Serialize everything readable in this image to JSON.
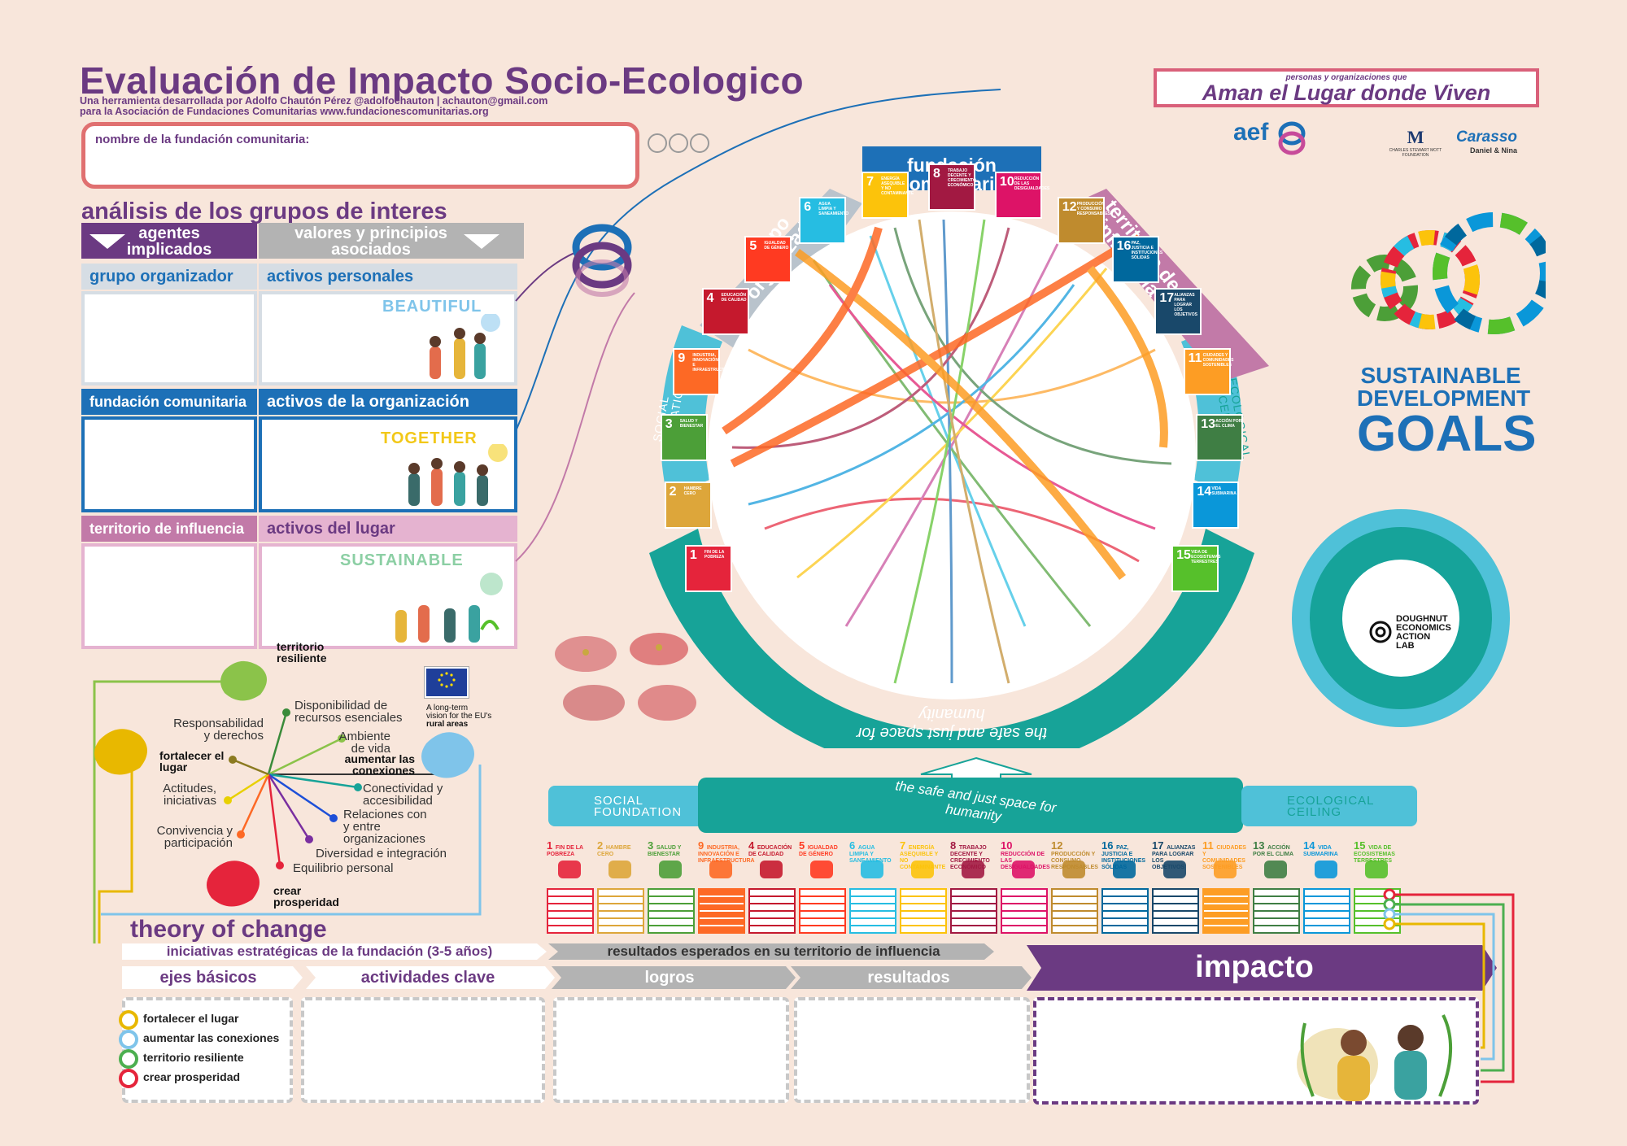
{
  "header": {
    "title": "Evaluación de Impacto Socio-Ecologico",
    "subtitle_line1": "Una herramienta desarrollada por Adolfo Chautón Pérez @adolfochauton | achauton@gmail.com",
    "subtitle_line2": "para la Asociación de Fundaciones Comunitarias www.fundacionescomunitarias.org",
    "name_field_label": "nombre de la fundación comunitaria:"
  },
  "brand": {
    "tagline_small": "personas y organizaciones que",
    "tagline": "Aman el Lugar donde Viven",
    "aef": "aef",
    "mott": "CHARLES STEWART MOTT FOUNDATION",
    "carasso": "Carasso",
    "carasso_sub": "Daniel & Nina",
    "sdg_line1": "SUSTAINABLE",
    "sdg_line2": "DEVELOPMENT",
    "sdg_line3": "GOALS",
    "del_1": "DOUGHNUT",
    "del_2": "ECONOMICS",
    "del_3": "ACTION",
    "del_4": "LAB"
  },
  "analysis": {
    "title": "análisis de los grupos de interes",
    "col1": "agentes implicados",
    "col2": "valores y principios asociados",
    "rows": [
      {
        "agent": "grupo organizador",
        "asset": "activos personales",
        "word": "BEAUTIFUL"
      },
      {
        "agent": "fundación comunitaria",
        "asset": "activos de la organización",
        "word": "TOGETHER"
      },
      {
        "agent": "territorio de influencia",
        "asset": "activos del lugar",
        "word": "SUSTAINABLE"
      }
    ]
  },
  "chord": {
    "top": "fundación comunitaria",
    "left": "grupo organizador",
    "right": "territorio de influencia",
    "social": "SOCIAL FOUNDATION",
    "ecological": "ECOLOGICAL CEILING",
    "bottom": "the safe and just space for humanity"
  },
  "eu": {
    "line1": "A long-term",
    "line2": "vision for the EU's",
    "line3": "rural areas"
  },
  "radial": {
    "territorio": "territorio resiliente",
    "fortalecer": "fortalecer el lugar",
    "aumentar": "aumentar las conexiones",
    "crear": "crear prosperidad",
    "items": [
      "Disponibilidad de recursos esenciales",
      "Ambiente de vida",
      "Conectividad y accesibilidad",
      "Relaciones con y entre organizaciones",
      "Diversidad e integración",
      "Equilibrio personal",
      "Convivencia y participación",
      "Actitudes, iniciativas",
      "Responsabilidad y derechos"
    ]
  },
  "doughnut_band": {
    "social": "SOCIAL FOUNDATION",
    "center": "the safe and just space for humanity",
    "ecological": "ECOLOGICAL CEILING"
  },
  "sdgs": [
    {
      "n": "1",
      "t": "FIN DE LA POBREZA",
      "c": "#e5243b"
    },
    {
      "n": "2",
      "t": "HAMBRE CERO",
      "c": "#dda63a"
    },
    {
      "n": "3",
      "t": "SALUD Y BIENESTAR",
      "c": "#4c9f38"
    },
    {
      "n": "9",
      "t": "INDUSTRIA, INNOVACIÓN E INFRAESTRUCTURA",
      "c": "#fd6925"
    },
    {
      "n": "4",
      "t": "EDUCACIÓN DE CALIDAD",
      "c": "#c5192d"
    },
    {
      "n": "5",
      "t": "IGUALDAD DE GÉNERO",
      "c": "#ff3a21"
    },
    {
      "n": "6",
      "t": "AGUA LIMPIA Y SANEAMIENTO",
      "c": "#26bde2"
    },
    {
      "n": "7",
      "t": "ENERGÍA ASEQUIBLE Y NO CONTAMINANTE",
      "c": "#fcc30b"
    },
    {
      "n": "8",
      "t": "TRABAJO DECENTE Y CRECIMIENTO ECONÓMICO",
      "c": "#a21942"
    },
    {
      "n": "10",
      "t": "REDUCCIÓN DE LAS DESIGUALDADES",
      "c": "#dd1367"
    },
    {
      "n": "12",
      "t": "PRODUCCIÓN Y CONSUMO RESPONSABLES",
      "c": "#bf8b2e"
    },
    {
      "n": "16",
      "t": "PAZ, JUSTICIA E INSTITUCIONES SÓLIDAS",
      "c": "#00689d"
    },
    {
      "n": "17",
      "t": "ALIANZAS PARA LOGRAR LOS OBJETIVOS",
      "c": "#19486a"
    },
    {
      "n": "11",
      "t": "CIUDADES Y COMUNIDADES SOSTENIBLES",
      "c": "#fd9d24"
    },
    {
      "n": "13",
      "t": "ACCIÓN POR EL CLIMA",
      "c": "#3f7e44"
    },
    {
      "n": "14",
      "t": "VIDA SUBMARINA",
      "c": "#0a97d9"
    },
    {
      "n": "15",
      "t": "VIDA DE ECOSISTEMAS TERRESTRES",
      "c": "#56c02b"
    }
  ],
  "toc": {
    "title": "theory of change",
    "row1_left": "iniciativas estratégicas de la fundación (3-5 años)",
    "row1_right": "resultados esperados en su territorio de influencia",
    "ejes": "ejes básicos",
    "actividades": "actividades clave",
    "logros": "logros",
    "resultados": "resultados",
    "impacto": "impacto",
    "legend": [
      "fortalecer el lugar",
      "aumentar las conexiones",
      "territorio resiliente",
      "crear prosperidad"
    ]
  },
  "colors": {
    "purple": "#6b3a82",
    "blue": "#1d70b7",
    "teal": "#17a398",
    "pink": "#c27aa8",
    "gray": "#b9c3cc"
  }
}
